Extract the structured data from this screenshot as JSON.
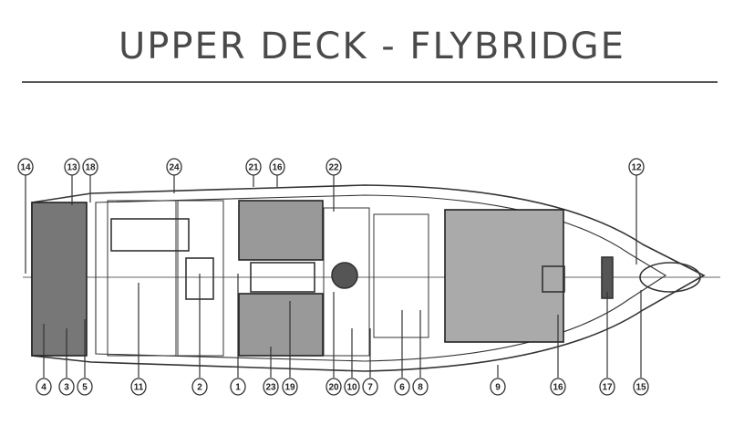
{
  "title": "UPPER DECK - FLYBRIDGE",
  "callouts_top": [
    "14",
    "13",
    "18",
    "24",
    "21",
    "16",
    "22",
    "12"
  ],
  "callouts_bottom": [
    "4",
    "3",
    "5",
    "11",
    "2",
    "1",
    "23",
    "19",
    "20",
    "10",
    "7",
    "6",
    "8",
    "9",
    "16",
    "17",
    "15"
  ],
  "colors": {
    "title": "#4a4a4a",
    "line": "#333333"
  }
}
